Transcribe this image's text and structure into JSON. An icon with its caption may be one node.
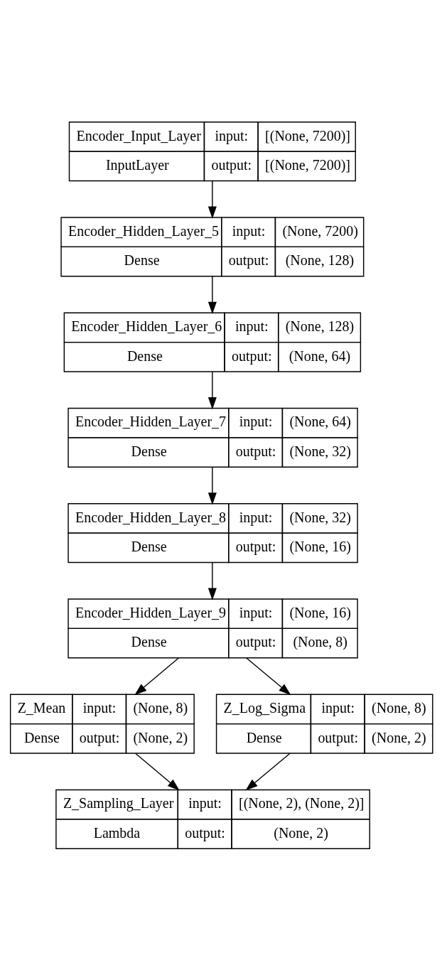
{
  "diagram": {
    "nodes": [
      {
        "text": [
          "Encoder_Input_Layer",
          "input:",
          "[(None, 7200)]",
          "InputLayer",
          "output:",
          "[(None, 7200)]"
        ]
      },
      {
        "text": [
          "Encoder_Hidden_Layer_5",
          "input:",
          "(None, 7200)",
          "Dense",
          "output:",
          "(None, 128)"
        ]
      },
      {
        "text": [
          "Encoder_Hidden_Layer_6",
          "input:",
          "(None, 128)",
          "Dense",
          "output:",
          "(None, 64)"
        ]
      },
      {
        "text": [
          "Encoder_Hidden_Layer_7",
          "input:",
          "(None, 64)",
          "Dense",
          "output:",
          "(None, 32)"
        ]
      },
      {
        "text": [
          "Encoder_Hidden_Layer_8",
          "input:",
          "(None, 32)",
          "Dense",
          "output:",
          "(None, 16)"
        ]
      },
      {
        "text": [
          "Encoder_Hidden_Layer_9",
          "input:",
          "(None, 16)",
          "Dense",
          "output:",
          "(None, 8)"
        ]
      },
      {
        "text": [
          "Z_Mean",
          "input:",
          "(None, 8)",
          "Dense",
          "output:",
          "(None, 2)"
        ]
      },
      {
        "text": [
          "Z_Log_Sigma",
          "input:",
          "(None, 8)",
          "Dense",
          "output:",
          "(None, 2)"
        ]
      },
      {
        "text": [
          "Z_Sampling_Layer",
          "input:",
          "[(None, 2), (None, 2)]",
          "Lambda",
          "output:",
          "(None, 2)"
        ]
      }
    ],
    "edges": [
      {
        "from": 0,
        "to": 1,
        "arrow": "to"
      },
      {
        "from": 1,
        "to": 2,
        "arrow": "to"
      },
      {
        "from": 2,
        "to": 3,
        "arrow": "to"
      },
      {
        "from": 3,
        "to": 4,
        "arrow": "to"
      },
      {
        "from": 4,
        "to": 5,
        "arrow": "to"
      },
      {
        "from": 5,
        "to": 6,
        "arrow": "to"
      },
      {
        "from": 5,
        "to": 7,
        "arrow": "to"
      },
      {
        "from": 6,
        "to": 8,
        "arrow": "to"
      },
      {
        "from": 7,
        "to": 8,
        "arrow": "to"
      }
    ]
  }
}
